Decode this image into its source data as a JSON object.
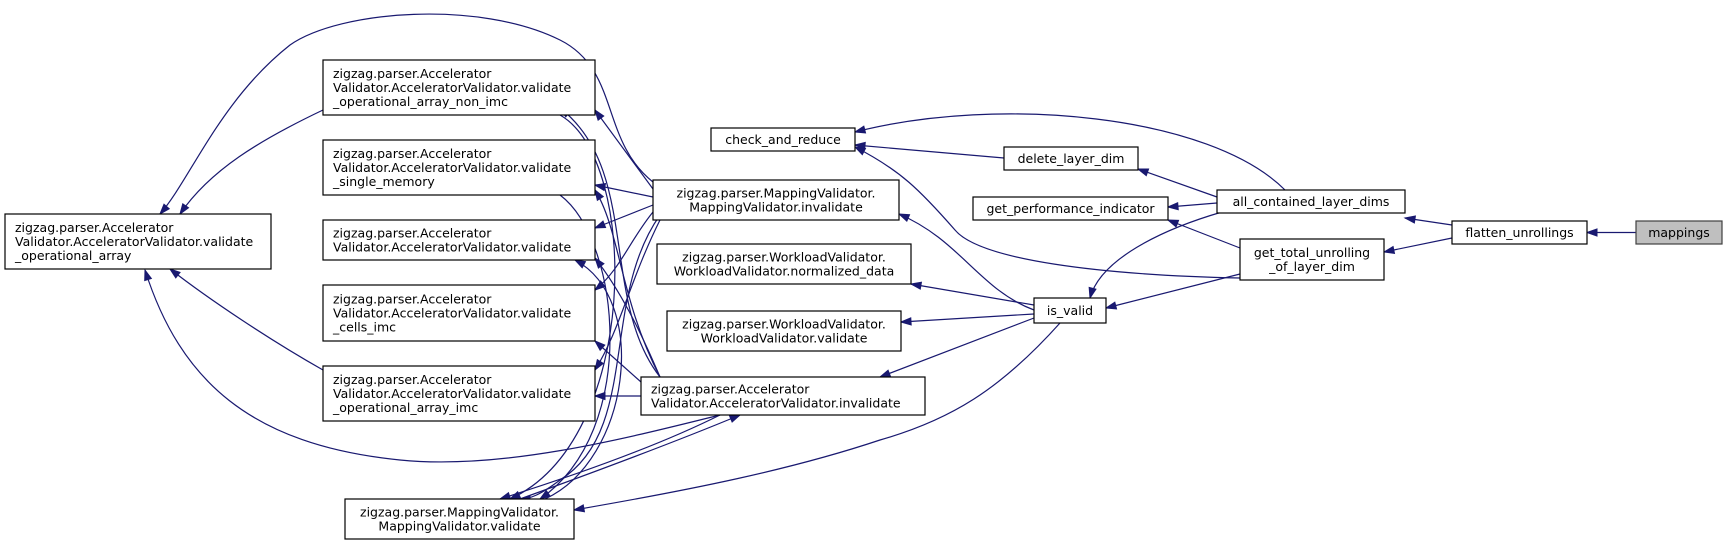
{
  "nodes": [
    {
      "id": "mappings",
      "lines": [
        "mappings"
      ],
      "root": true
    },
    {
      "id": "flatten_unrollings",
      "lines": [
        "flatten_unrollings"
      ]
    },
    {
      "id": "all_contained_layer_dims",
      "lines": [
        "all_contained_layer_dims"
      ]
    },
    {
      "id": "get_total_unrolling",
      "lines": [
        "get_total_unrolling",
        "_of_layer_dim"
      ]
    },
    {
      "id": "check_and_reduce",
      "lines": [
        "check_and_reduce"
      ]
    },
    {
      "id": "delete_layer_dim",
      "lines": [
        "delete_layer_dim"
      ]
    },
    {
      "id": "get_performance_indicator",
      "lines": [
        "get_performance_indicator"
      ]
    },
    {
      "id": "is_valid",
      "lines": [
        "is_valid"
      ]
    },
    {
      "id": "mv_invalidate",
      "lines": [
        "zigzag.parser.MappingValidator.",
        "MappingValidator.invalidate"
      ]
    },
    {
      "id": "wv_normalized_data",
      "lines": [
        "zigzag.parser.WorkloadValidator.",
        "WorkloadValidator.normalized_data"
      ]
    },
    {
      "id": "wv_validate",
      "lines": [
        "zigzag.parser.WorkloadValidator.",
        "WorkloadValidator.validate"
      ]
    },
    {
      "id": "av_invalidate",
      "lines": [
        "zigzag.parser.Accelerator",
        "Validator.AcceleratorValidator.invalidate"
      ]
    },
    {
      "id": "mv_validate",
      "lines": [
        "zigzag.parser.MappingValidator.",
        "MappingValidator.validate"
      ]
    },
    {
      "id": "av_op_non_imc",
      "lines": [
        "zigzag.parser.Accelerator",
        "Validator.AcceleratorValidator.validate",
        "_operational_array_non_imc"
      ]
    },
    {
      "id": "av_single_memory",
      "lines": [
        "zigzag.parser.Accelerator",
        "Validator.AcceleratorValidator.validate",
        "_single_memory"
      ]
    },
    {
      "id": "av_validate",
      "lines": [
        "zigzag.parser.Accelerator",
        "Validator.AcceleratorValidator.validate"
      ]
    },
    {
      "id": "av_cells_imc",
      "lines": [
        "zigzag.parser.Accelerator",
        "Validator.AcceleratorValidator.validate",
        "_cells_imc"
      ]
    },
    {
      "id": "av_op_imc",
      "lines": [
        "zigzag.parser.Accelerator",
        "Validator.AcceleratorValidator.validate",
        "_operational_array_imc"
      ]
    },
    {
      "id": "av_op_array",
      "lines": [
        "zigzag.parser.Accelerator",
        "Validator.AcceleratorValidator.validate",
        "_operational_array"
      ]
    }
  ],
  "colors": {
    "edge": "#191970",
    "root_fill": "#bfbfbf",
    "node_border": "#000000"
  }
}
